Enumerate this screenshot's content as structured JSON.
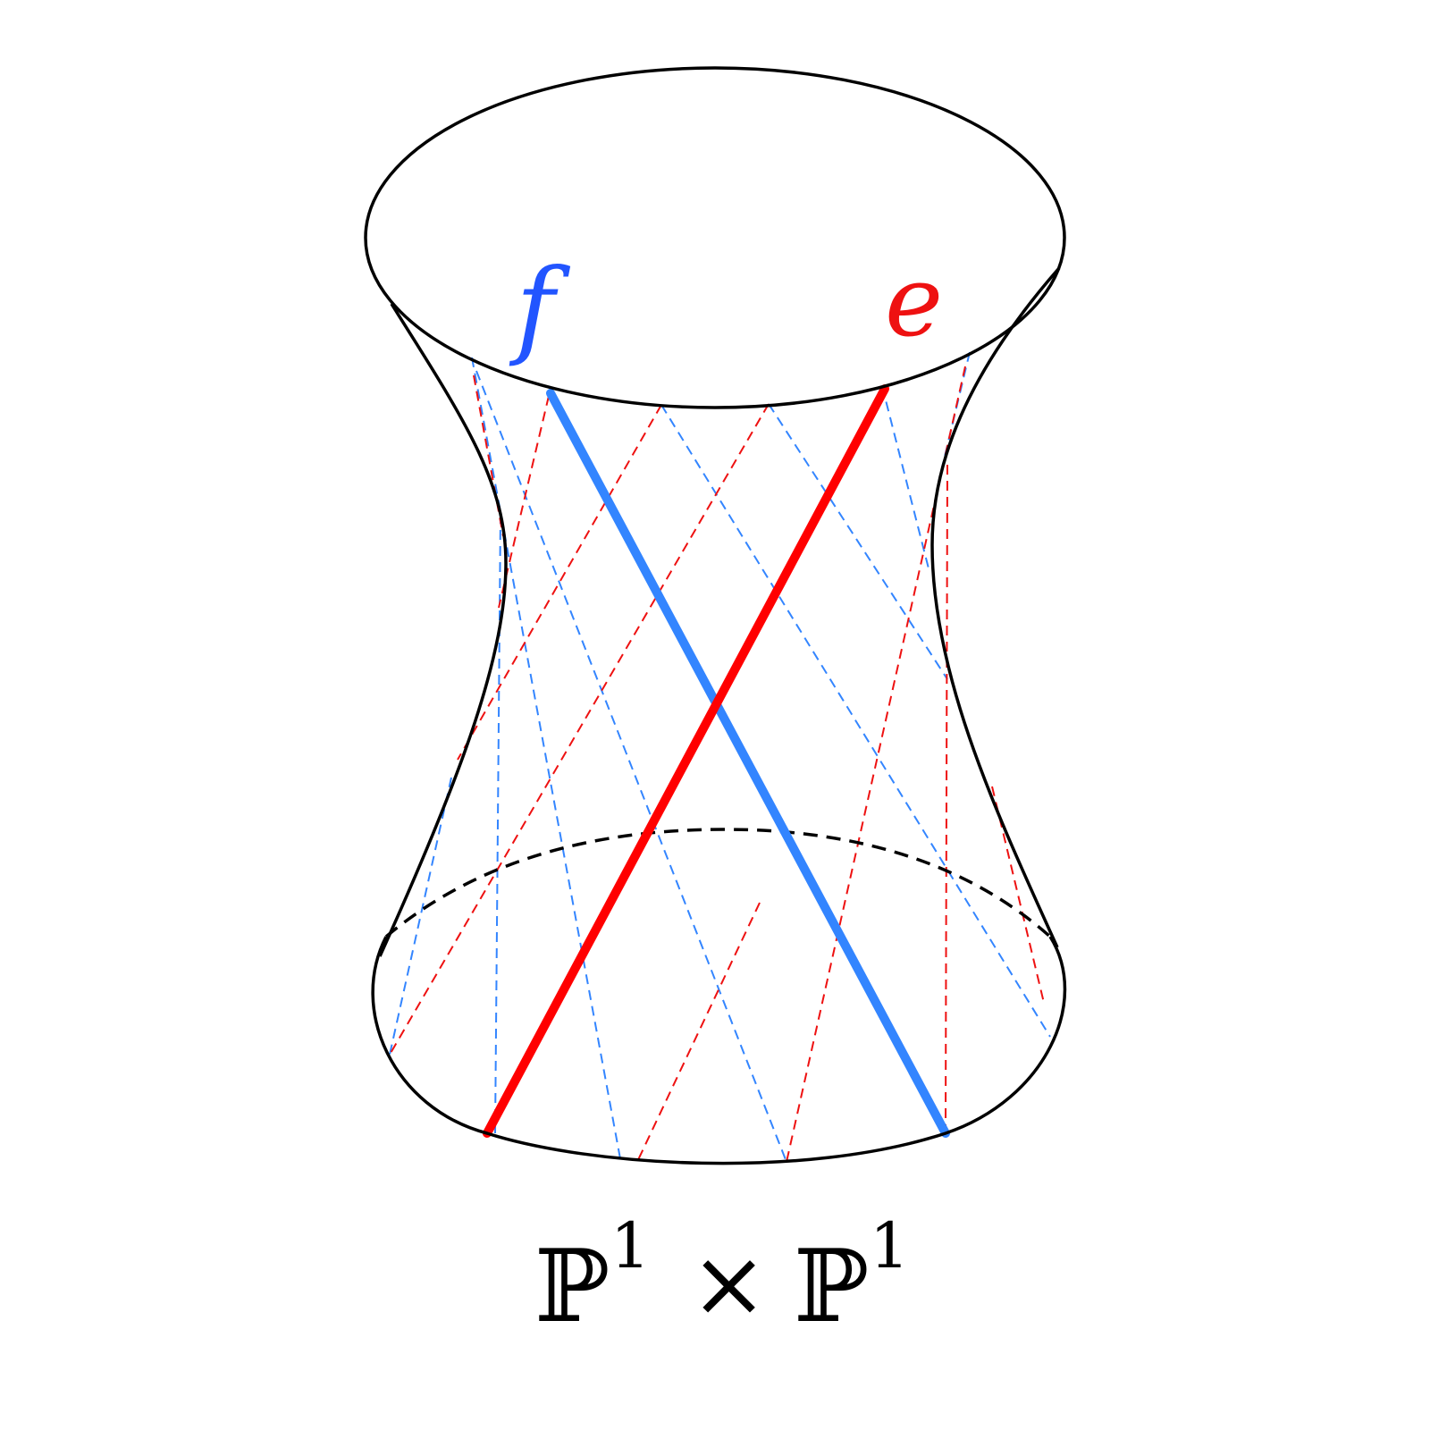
{
  "labels": {
    "f": "f",
    "e": "e"
  },
  "formula": {
    "factor_left": "ℙ",
    "exp_left": "1",
    "times": "×",
    "factor_right": "ℙ",
    "exp_right": "1"
  },
  "colors": {
    "outline": "#000000",
    "red_ruling": "#ff0000",
    "blue_ruling": "#3385ff",
    "f_label": "#2255ff",
    "e_label": "#ee1111"
  }
}
